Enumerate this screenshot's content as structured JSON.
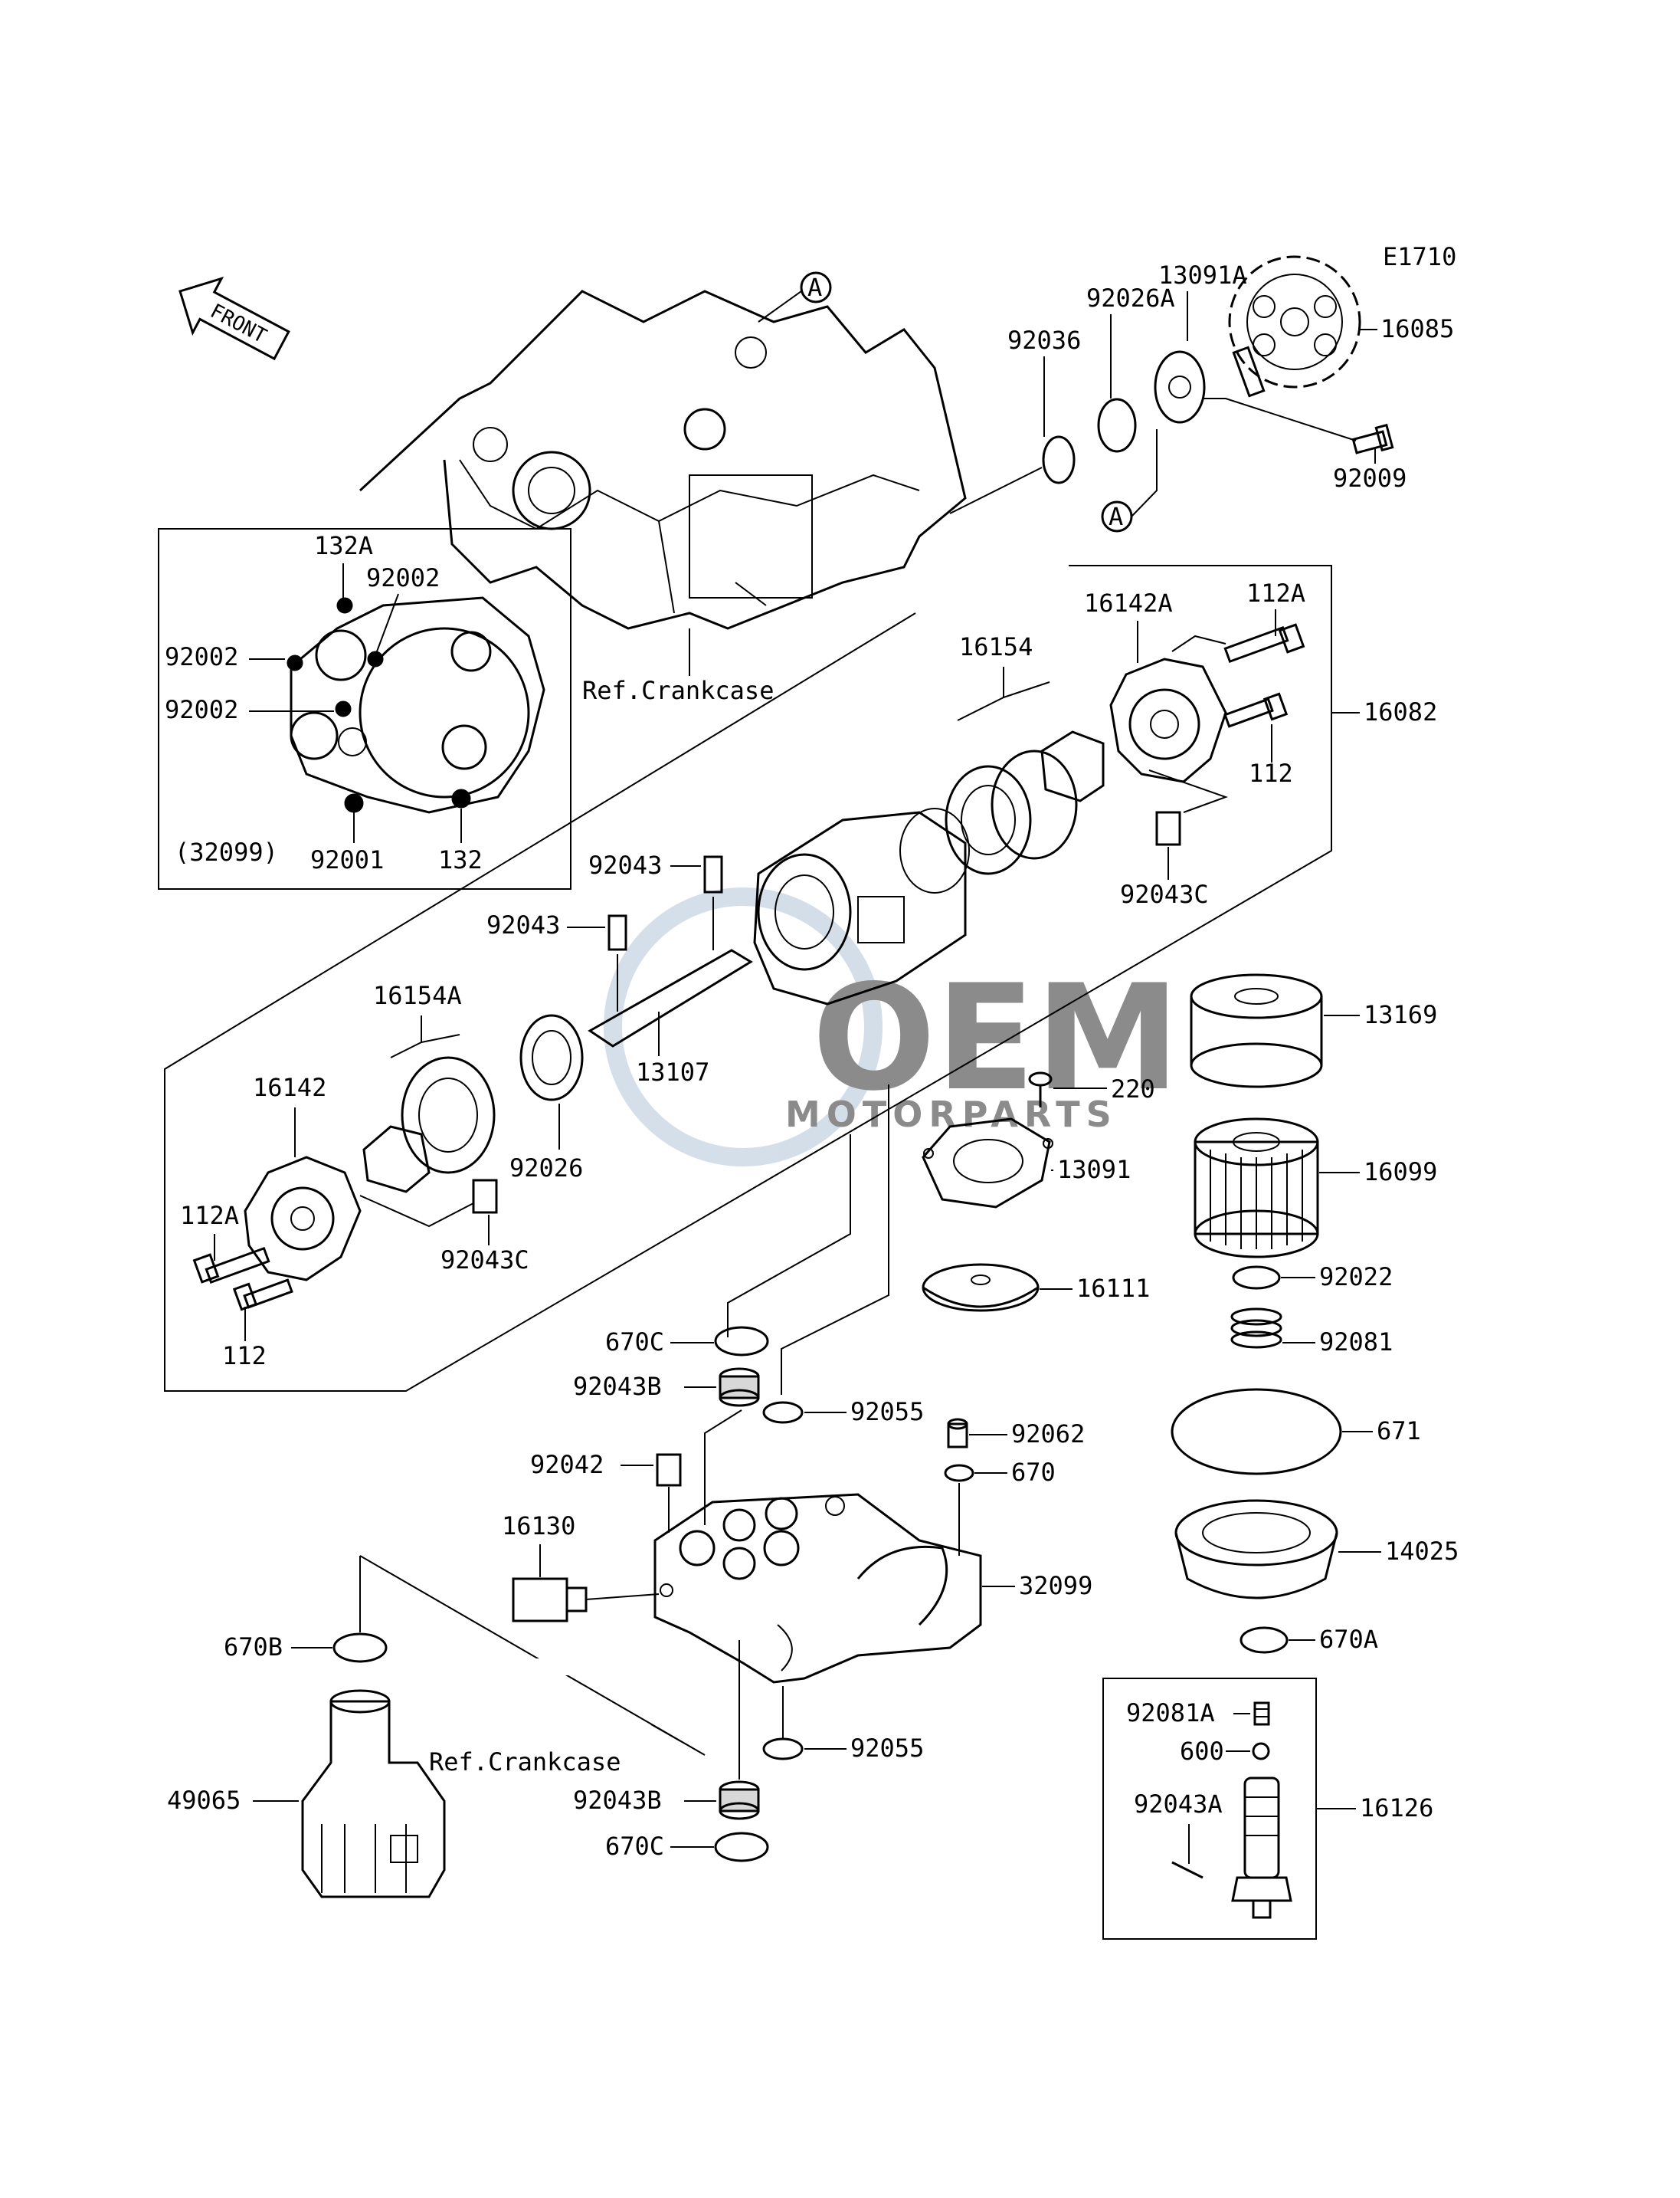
{
  "diagram_code": "E1710",
  "front_label": "FRONT",
  "ref_marker": "A",
  "watermark": {
    "brand": "OEM",
    "sub": "MOTORPARTS",
    "color": "#9fb8d0"
  },
  "labels": {
    "p13091A": "13091A",
    "p16085": "16085",
    "p92026A": "92026A",
    "p92036": "92036",
    "p92009": "92009",
    "p132A": "132A",
    "p92002a": "92002",
    "p92002b": "92002",
    "p92002c": "92002",
    "p32099box": "(32099)",
    "p92001": "92001",
    "p132": "132",
    "refCrankcase1": "Ref.Crankcase",
    "p16142A": "16142A",
    "p112A_top": "112A",
    "p16082": "16082",
    "p16154": "16154",
    "p112_top": "112",
    "p92043C_top": "92043C",
    "p92043a": "92043",
    "p92043b": "92043",
    "p13107": "13107",
    "p16154A": "16154A",
    "p16142": "16142",
    "p92026": "92026",
    "p112A_left": "112A",
    "p92043C_left": "92043C",
    "p112_left": "112",
    "p13169": "13169",
    "p220": "220",
    "p13091": "13091",
    "p16099": "16099",
    "p16111": "16111",
    "p92022": "92022",
    "p92081": "92081",
    "p671": "671",
    "p14025": "14025",
    "p670A": "670A",
    "p670C_top": "670C",
    "p92043B_top": "92043B",
    "p92055_top": "92055",
    "p92062": "92062",
    "p670": "670",
    "p92042": "92042",
    "p16130": "16130",
    "p32099": "32099",
    "p670B": "670B",
    "refCrankcase2": "Ref.Crankcase",
    "p92055_bottom": "92055",
    "p49065": "49065",
    "p92043B_bottom": "92043B",
    "p670C_bottom": "670C",
    "p92081A": "92081A",
    "p600": "600",
    "p92043A": "92043A",
    "p16126": "16126"
  }
}
